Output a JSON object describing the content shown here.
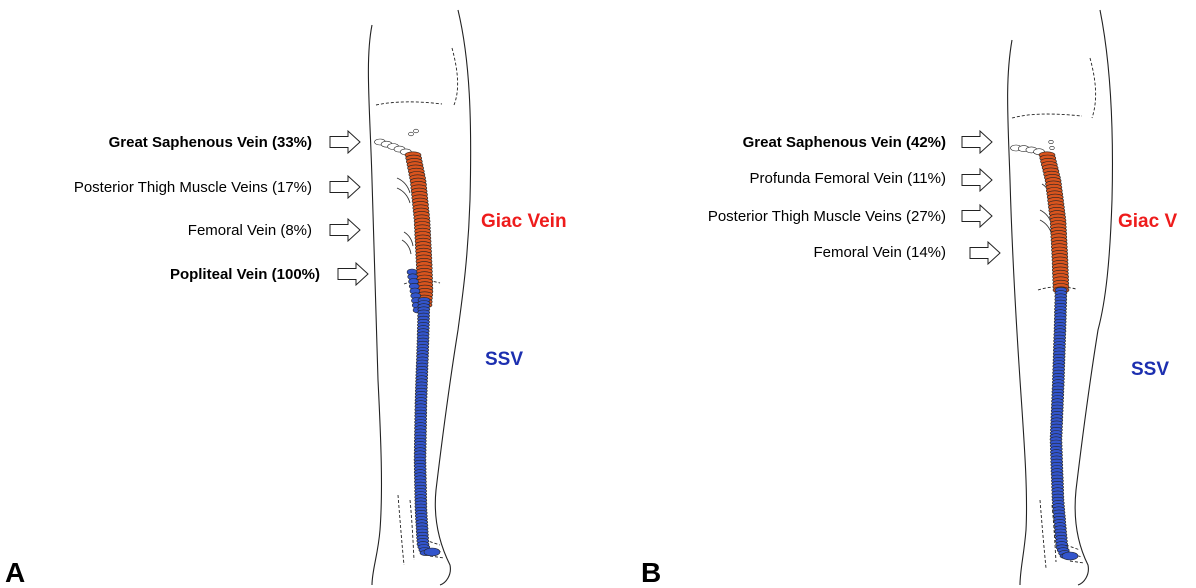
{
  "panels": [
    {
      "letter": "A",
      "labels": [
        {
          "text": "Great Saphenous Vein (33%)",
          "bold": true
        },
        {
          "text": "Posterior Thigh Muscle Veins (17%)",
          "bold": false
        },
        {
          "text": "Femoral Vein (8%)",
          "bold": false
        },
        {
          "text": "Popliteal Vein (100%)",
          "bold": true
        }
      ],
      "upper_vein": "Giac Vein",
      "lower_vein": "SSV"
    },
    {
      "letter": "B",
      "labels": [
        {
          "text": "Great Saphenous Vein (42%)",
          "bold": true
        },
        {
          "text": "Profunda Femoral Vein (11%)",
          "bold": false
        },
        {
          "text": "Posterior Thigh Muscle Veins (27%)",
          "bold": false
        },
        {
          "text": "Femoral Vein (14%)",
          "bold": false
        }
      ],
      "upper_vein": "Giac V",
      "lower_vein": "SSV"
    }
  ],
  "colors": {
    "giacomini": "#d9541e",
    "ssv": "#3355cc",
    "ssv_text": "#1c2fb0",
    "giac_text": "#ee1c1c"
  }
}
